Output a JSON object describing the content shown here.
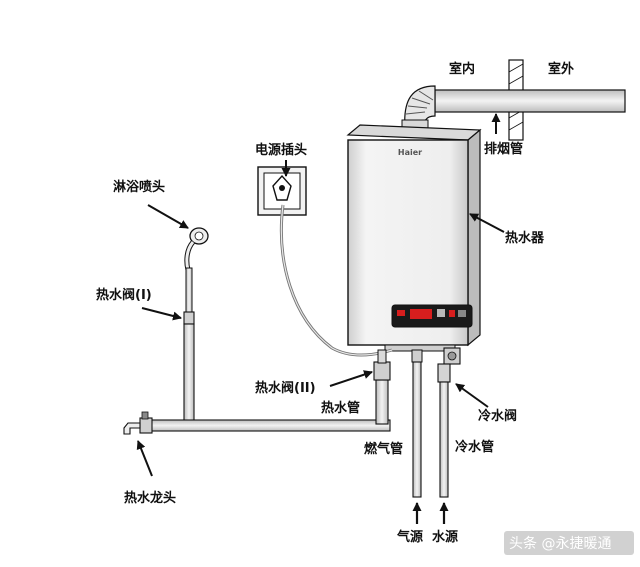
{
  "labels": {
    "indoor": "室内",
    "outdoor": "室外",
    "flue_pipe": "排烟管",
    "power_plug": "电源插头",
    "shower_head": "淋浴喷头",
    "heater": "热水器",
    "hot_valve_1": "热水阀(I)",
    "hot_valve_2": "热水阀(II)",
    "hot_pipe": "热水管",
    "cold_valve": "冷水阀",
    "gas_pipe": "燃气管",
    "cold_pipe": "冷水管",
    "hot_faucet": "热水龙头",
    "gas_source": "气源",
    "water_source": "水源"
  },
  "heater_brand": "Haier",
  "watermark": "头条 @永捷暖通",
  "colors": {
    "line": "#111111",
    "heater_body": "#e9e9e9",
    "panel": "#1a1a1a",
    "display_red": "#d81e1e",
    "pipe_fill": "#dcdcdc"
  }
}
